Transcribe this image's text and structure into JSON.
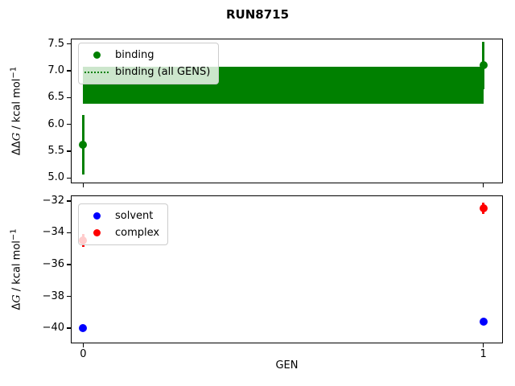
{
  "figure": {
    "title": "RUN8715",
    "background": "#ffffff"
  },
  "colors": {
    "binding": "#008000",
    "solvent": "#0000ff",
    "complex": "#ff0000",
    "axis": "#000000",
    "legend_border": "#cccccc"
  },
  "chart_data": [
    {
      "type": "scatter",
      "subplot": "top",
      "ylabel": "ΔΔG / kcal mol⁻¹",
      "ylabel_parts": {
        "pre": "ΔΔ",
        "sym": "G",
        "post": " / kcal mol",
        "sup": "−1"
      },
      "xlim": [
        -0.031,
        1.049
      ],
      "ylim": [
        4.9,
        7.6
      ],
      "yticks": [
        5.0,
        5.5,
        6.0,
        6.5,
        7.0,
        7.5
      ],
      "ytick_labels": [
        "5.0",
        "5.5",
        "6.0",
        "6.5",
        "7.0",
        "7.5"
      ],
      "xticks": [
        0,
        1
      ],
      "xtick_labels": null,
      "grid": false,
      "legend_position": "upper left",
      "series": [
        {
          "name": "binding",
          "color": "#008000",
          "marker": "circle",
          "points": [
            {
              "x": 0,
              "y": 5.62,
              "yerr": 0.56
            },
            {
              "x": 1,
              "y": 7.1,
              "yerr": 0.44
            }
          ]
        },
        {
          "name": "binding (all GENS)",
          "color": "#008000",
          "style": "dotted-line-with-band",
          "value": 6.74,
          "band": {
            "low": 6.39,
            "high": 7.08
          }
        }
      ]
    },
    {
      "type": "scatter",
      "subplot": "bottom",
      "xlabel": "GEN",
      "ylabel": "ΔG / kcal mol⁻¹",
      "ylabel_parts": {
        "pre": "Δ",
        "sym": "G",
        "post": " / kcal mol",
        "sup": "−1"
      },
      "xlim": [
        -0.031,
        1.049
      ],
      "ylim": [
        -40.95,
        -31.65
      ],
      "yticks": [
        -32,
        -34,
        -36,
        -38,
        -40
      ],
      "ytick_labels": [
        "−32",
        "−34",
        "−36",
        "−38",
        "−40"
      ],
      "xticks": [
        0,
        1
      ],
      "xtick_labels": [
        "0",
        "1"
      ],
      "grid": false,
      "legend_position": "upper left",
      "series": [
        {
          "name": "solvent",
          "color": "#0000ff",
          "marker": "circle",
          "points": [
            {
              "x": 0,
              "y": -40.0,
              "yerr": 0.1
            },
            {
              "x": 1,
              "y": -39.6,
              "yerr": 0.1
            }
          ]
        },
        {
          "name": "complex",
          "color": "#ff0000",
          "marker": "circle",
          "points": [
            {
              "x": 0,
              "y": -34.5,
              "yerr": 0.4
            },
            {
              "x": 1,
              "y": -32.45,
              "yerr": 0.37
            }
          ]
        }
      ]
    }
  ]
}
